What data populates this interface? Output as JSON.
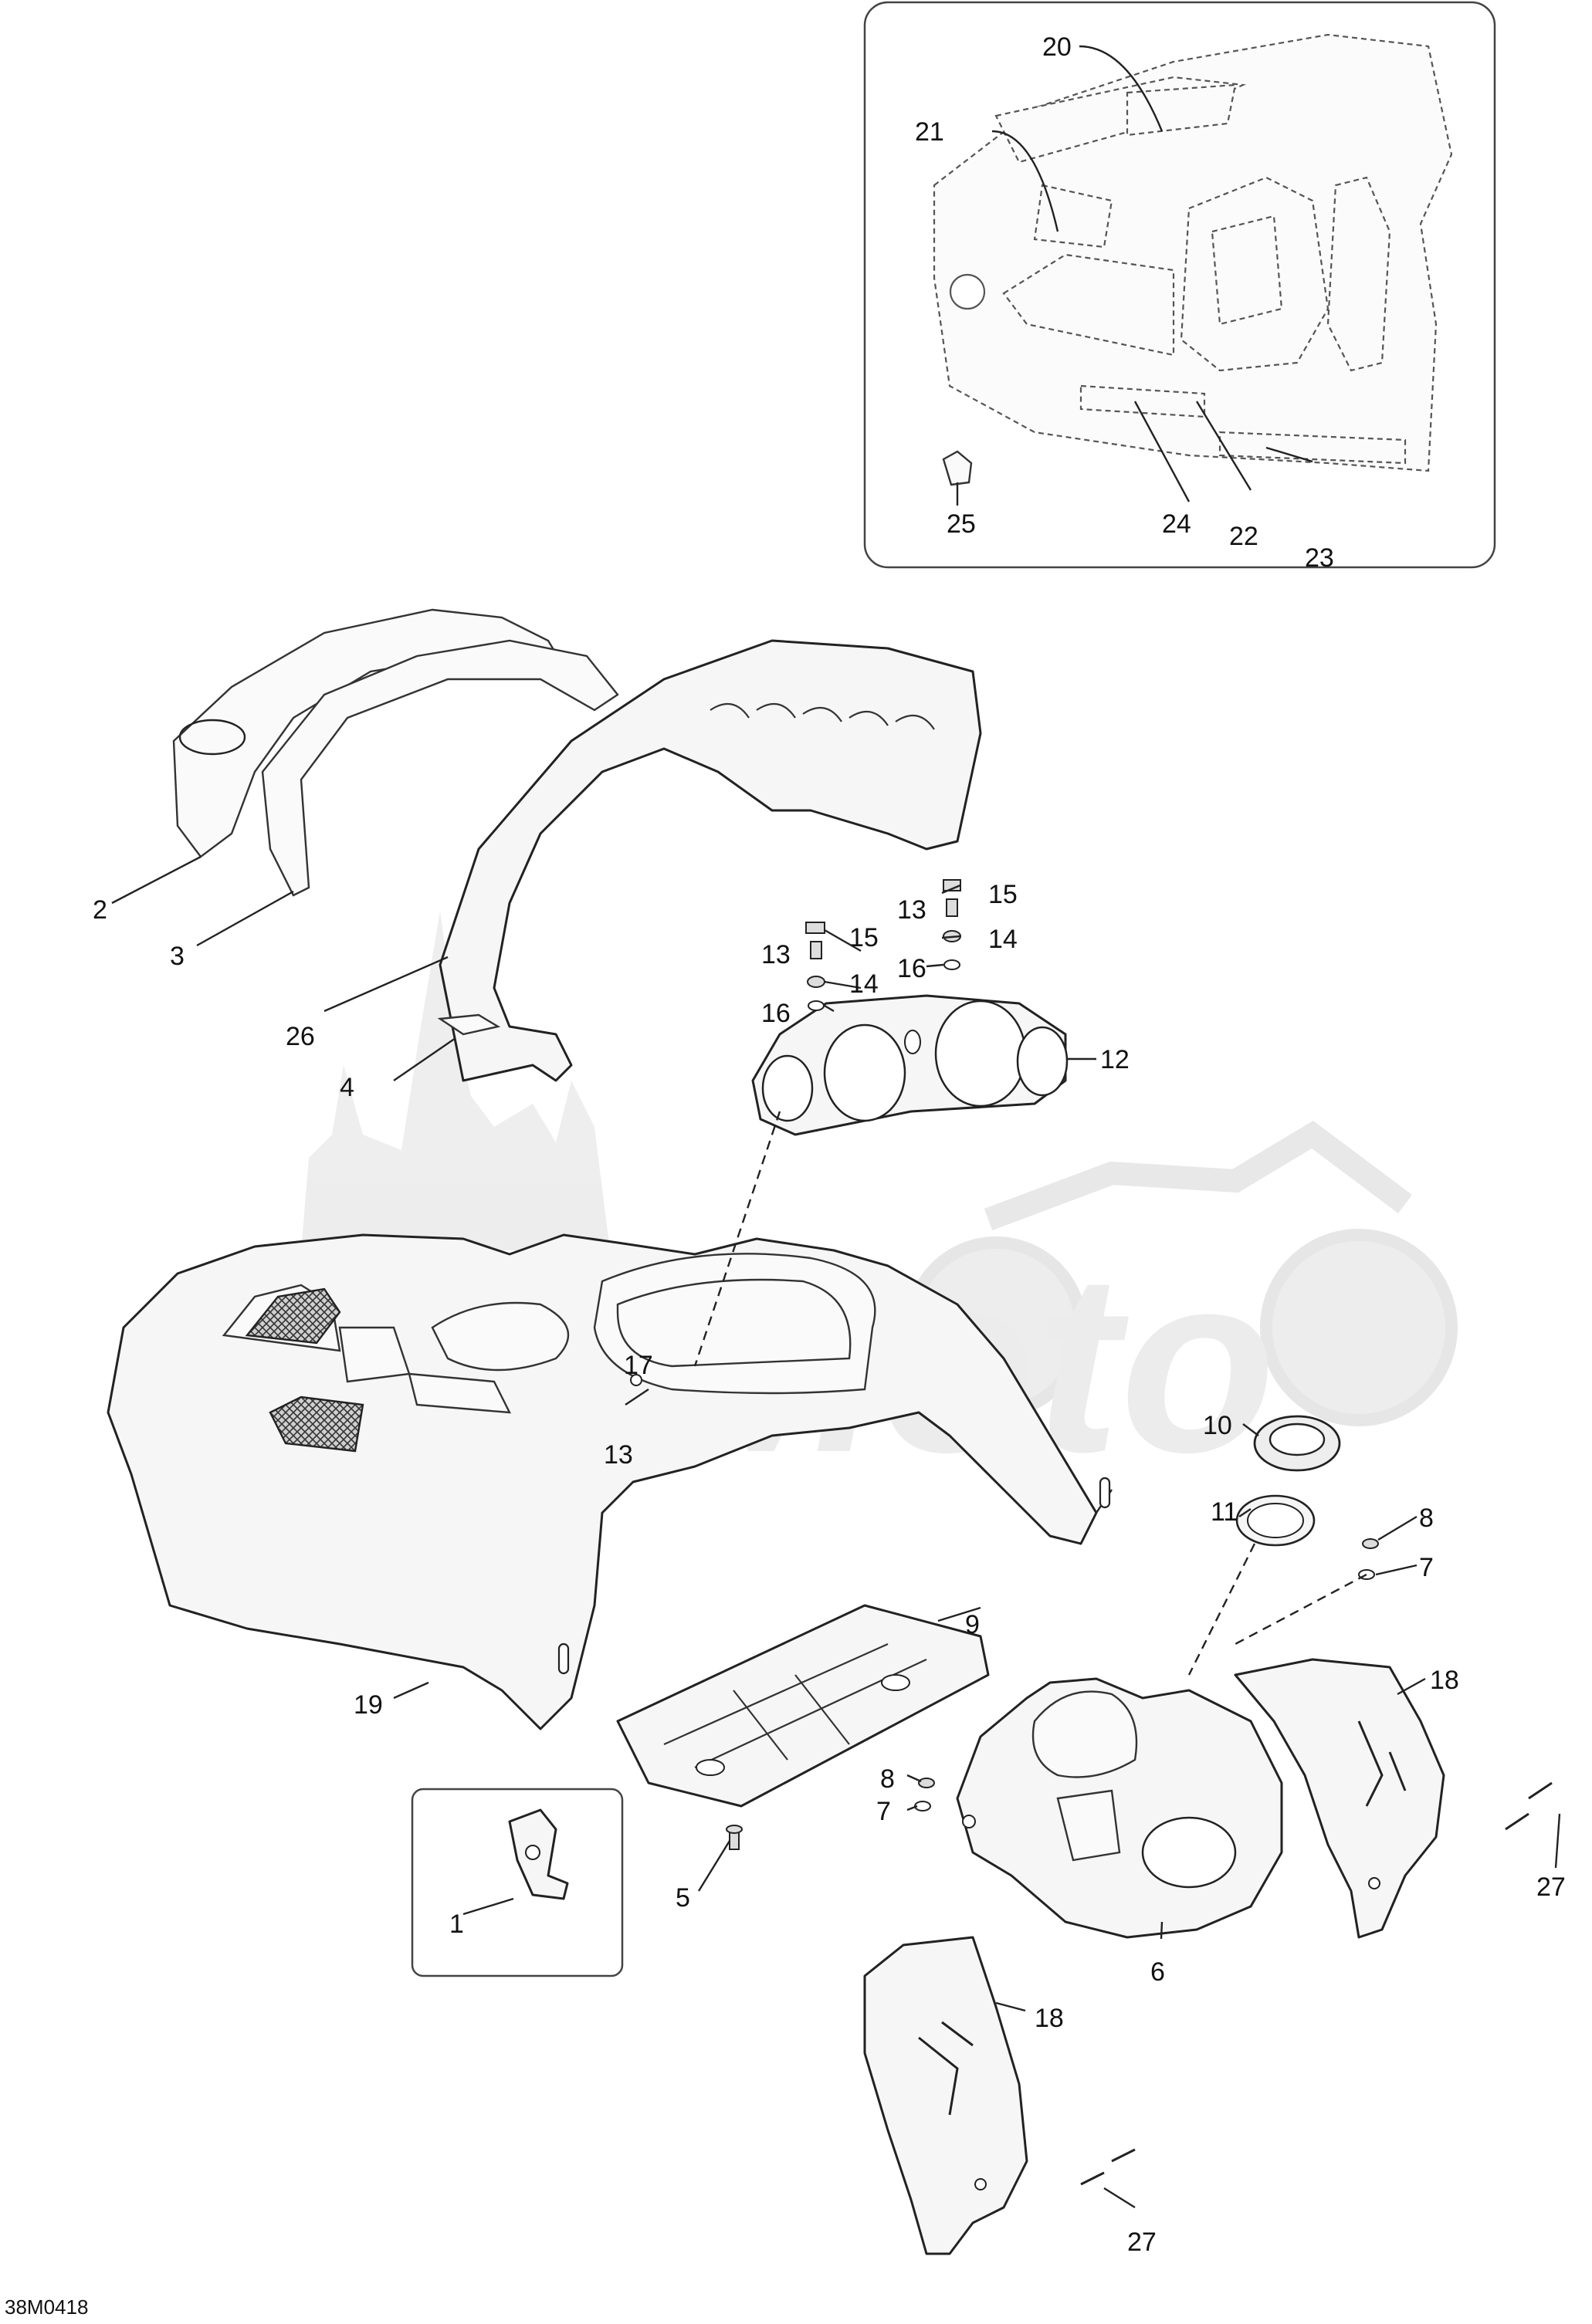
{
  "diagram": {
    "code": "38M0418",
    "watermark": "ArtMoto",
    "callouts": [
      "1",
      "2",
      "3",
      "4",
      "5",
      "6",
      "7",
      "8",
      "9",
      "10",
      "11",
      "12",
      "13",
      "14",
      "15",
      "16",
      "17",
      "18",
      "19",
      "20",
      "21",
      "22",
      "23",
      "24",
      "25",
      "26",
      "27"
    ]
  }
}
